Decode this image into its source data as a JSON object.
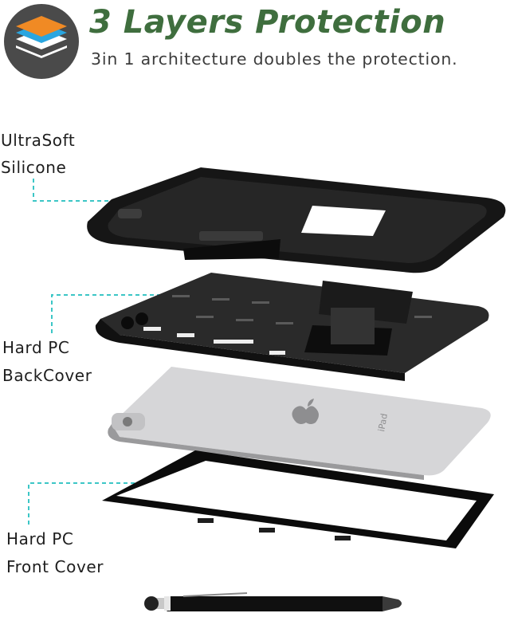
{
  "header": {
    "title": "3 Layers Protection",
    "subtitle": "3in 1 architecture doubles the protection."
  },
  "labels": [
    {
      "id": "silicone",
      "line1": "UltraSoft",
      "line2": "Silicone"
    },
    {
      "id": "backcover",
      "line1": "Hard PC",
      "line2": "BackCover"
    },
    {
      "id": "frontcover",
      "line1": "Hard PC",
      "line2": "Front Cover"
    }
  ],
  "device": {
    "logo_text": "iPad"
  },
  "colors": {
    "title": "#3f6e3e",
    "leader_line": "#3cc6c6",
    "icon_bg": "#4a4a4a",
    "icon_orange": "#f08a24",
    "icon_blue": "#2aa6e0",
    "case_black": "#141414",
    "tablet_silver": "#d9d9db"
  },
  "icons": [
    "layers-icon",
    "apple-logo-icon",
    "stylus-icon"
  ]
}
